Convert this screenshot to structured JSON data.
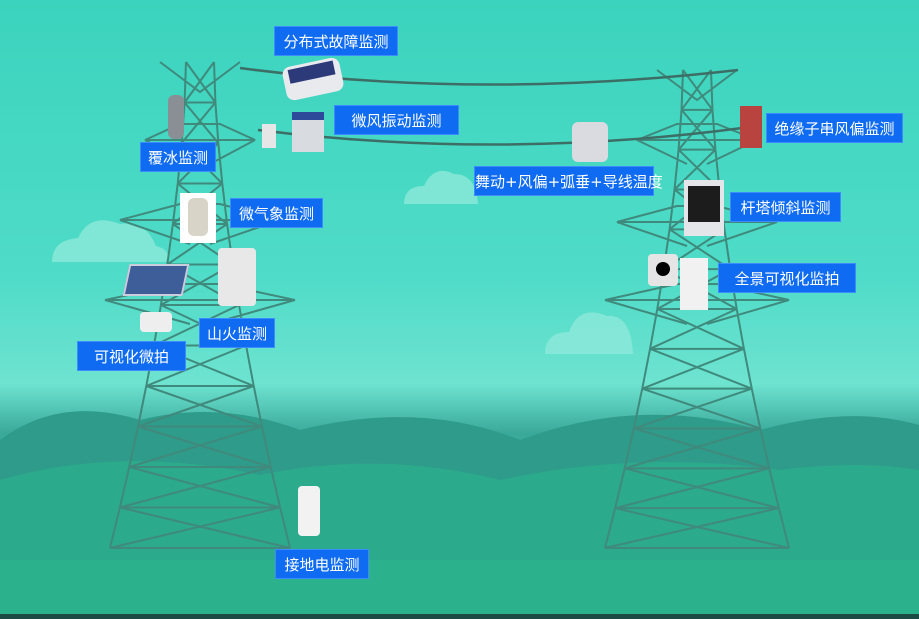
{
  "labels": {
    "distributed_fault": "分布式故障监测",
    "breeze_vibration": "微风振动监测",
    "icing": "覆冰监测",
    "insulator_windage": "绝缘子串风偏监测",
    "galloping": "舞动+风偏+弧垂+导线温度",
    "tower_tilt": "杆塔倾斜监测",
    "micro_weather": "微气象监测",
    "panoramic_visual": "全景可视化监拍",
    "wildfire": "山火监测",
    "visual_micro_camera": "可视化微拍",
    "grounding": "接地电监测"
  },
  "colors": {
    "label_bg": "#0f6cf2",
    "tower": "#3f8f80",
    "sky": "#3bd3bd",
    "hills": "#2a9a86"
  }
}
